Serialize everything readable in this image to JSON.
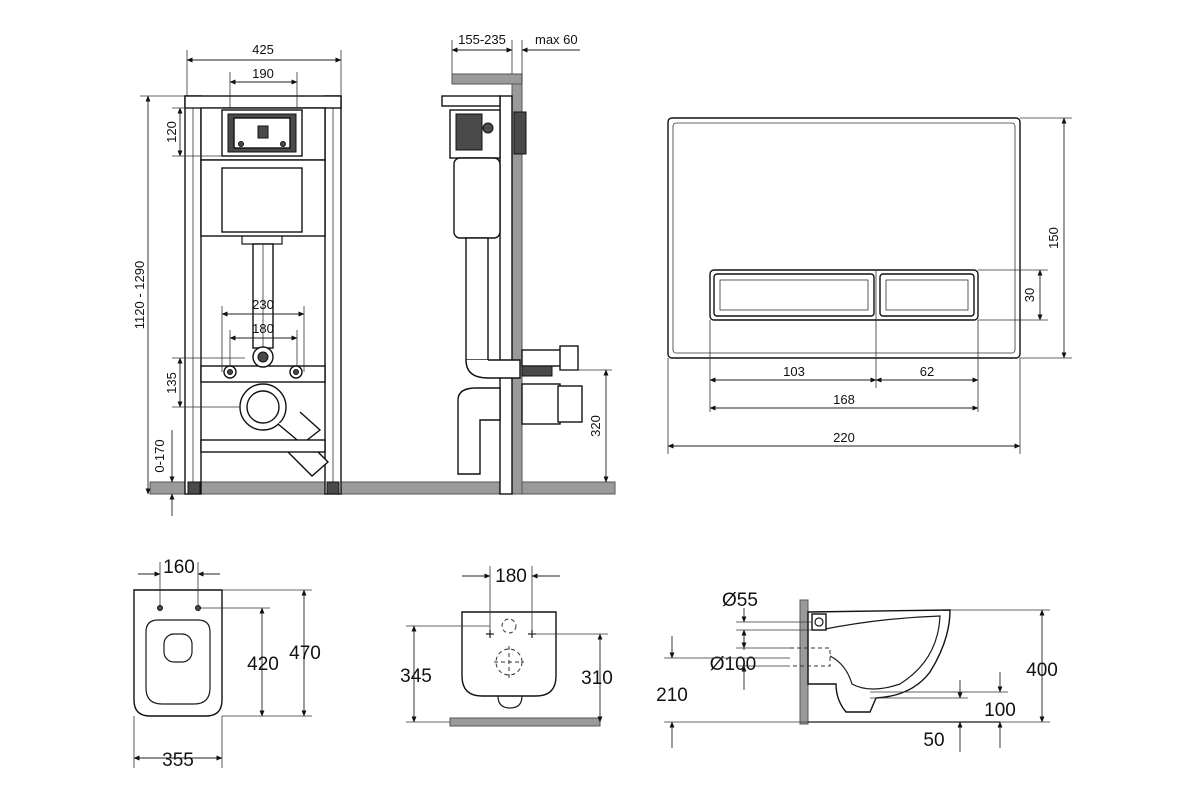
{
  "frame_front": {
    "width_total": "425",
    "width_panel": "190",
    "height_range": "1120 - 1290",
    "panel_height": "120",
    "bolt_spacing": "230",
    "pipe_spacing": "180",
    "outlet_height": "135",
    "leg_adjust": "0-170"
  },
  "frame_side": {
    "depth_range": "155-235",
    "wall_max": "max 60",
    "outlet_height": "320"
  },
  "flush_plate": {
    "height": "150",
    "button_height": "30",
    "button_left_width": "103",
    "button_right_width": "62",
    "buttons_total": "168",
    "plate_width": "220"
  },
  "bowl_top": {
    "seat_spacing": "160",
    "length_inner": "420",
    "length_total": "470",
    "width": "355"
  },
  "bowl_back": {
    "bolt_spacing": "180",
    "height_left": "345",
    "height_right": "310"
  },
  "bowl_side": {
    "inlet_diameter": "Ø55",
    "outlet_diameter": "Ø100",
    "outlet_height": "210",
    "bowl_height": "400",
    "lip_height": "100",
    "base_offset": "50"
  }
}
